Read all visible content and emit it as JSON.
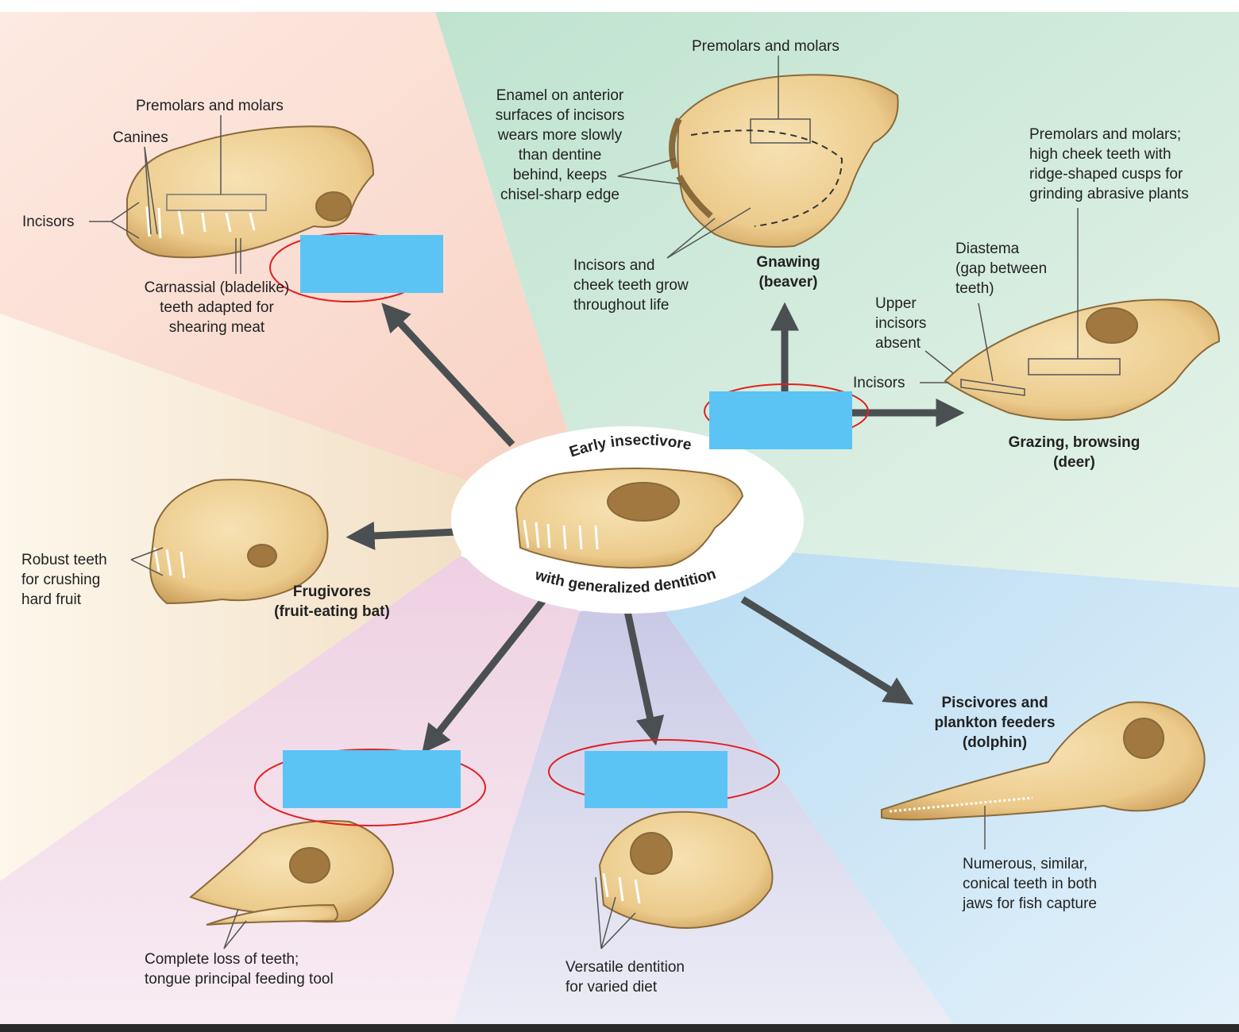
{
  "center": {
    "title_top": "Early insectivore",
    "title_bottom": "with generalized dentition"
  },
  "carnivore": {
    "premolars_molars": "Premolars and molars",
    "canines": "Canines",
    "incisors": "Incisors",
    "carnassial": [
      "Carnassial (bladelike)",
      "teeth adapted for",
      "shearing meat"
    ]
  },
  "gnawing": {
    "premolars_molars": "Premolars and molars",
    "enamel_note": [
      "Enamel on anterior",
      "surfaces of incisors",
      "wears more slowly",
      "than dentine",
      "behind, keeps",
      "chisel-sharp edge"
    ],
    "growth_note": [
      "Incisors and",
      "cheek teeth grow",
      "throughout life"
    ],
    "title": [
      "Gnawing",
      "(beaver)"
    ]
  },
  "grazing": {
    "premolars_molars": [
      "Premolars and molars;",
      "high cheek teeth with",
      "ridge-shaped cusps for",
      "grinding abrasive plants"
    ],
    "diastema": [
      "Diastema",
      "(gap between",
      "teeth)"
    ],
    "upper_incisors": [
      "Upper",
      "incisors",
      "absent"
    ],
    "incisors": "Incisors",
    "title": [
      "Grazing, browsing",
      "(deer)"
    ]
  },
  "frugivore": {
    "note": [
      "Robust teeth",
      "for crushing",
      "hard fruit"
    ],
    "title": [
      "Frugivores",
      "(fruit-eating bat)"
    ]
  },
  "piscivore": {
    "title": [
      "Piscivores and",
      "plankton feeders",
      "(dolphin)"
    ],
    "note": [
      "Numerous, similar,",
      "conical teeth in both",
      "jaws for fish capture"
    ]
  },
  "anteater": {
    "note": [
      "Complete loss of teeth;",
      "tongue principal feeding tool"
    ]
  },
  "omnivore": {
    "note": [
      "Versatile dentition",
      "for varied diet"
    ]
  },
  "colors": {
    "carnivore_bg": "#fbe0d6",
    "gnawing_bg": "#d4ecde",
    "frugivore_bg": "#f8ead7",
    "piscivore_bg": "#cde4f4",
    "anteater_bg": "#f2dbe8",
    "omnivore_bg": "#dcdcee",
    "arrow": "#4a4f52",
    "skull": "#f0d49c",
    "highlight_box": "#5bc4f5",
    "highlight_ring": "#e02020"
  }
}
